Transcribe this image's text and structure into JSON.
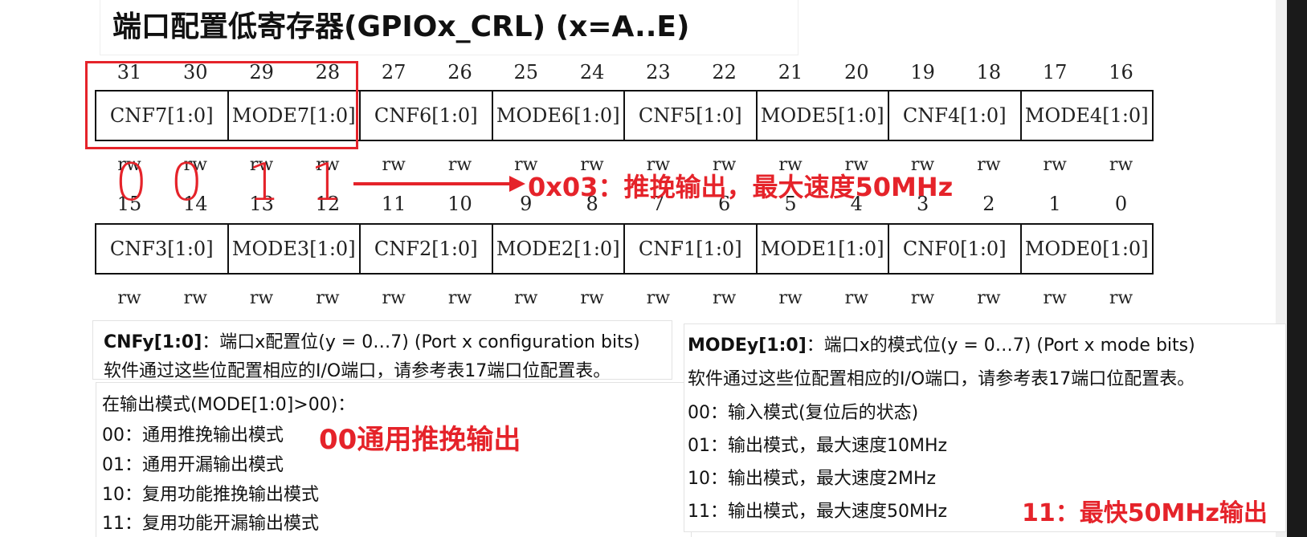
{
  "title": "端口配置低寄存器(GPIOx_CRL) (x=A..E)",
  "high_bits": [
    "31",
    "30",
    "29",
    "28",
    "27",
    "26",
    "25",
    "24",
    "23",
    "22",
    "21",
    "20",
    "19",
    "18",
    "17",
    "16"
  ],
  "low_bits": [
    "15",
    "14",
    "13",
    "12",
    "11",
    "10",
    "9",
    "8",
    "7",
    "6",
    "5",
    "4",
    "3",
    "2",
    "1",
    "0"
  ],
  "high_fields": [
    "CNF7[1:0]",
    "MODE7[1:0]",
    "CNF6[1:0]",
    "MODE6[1:0]",
    "CNF5[1:0]",
    "MODE5[1:0]",
    "CNF4[1:0]",
    "MODE4[1:0]"
  ],
  "low_fields": [
    "CNF3[1:0]",
    "MODE3[1:0]",
    "CNF2[1:0]",
    "MODE2[1:0]",
    "CNF1[1:0]",
    "MODE1[1:0]",
    "CNF0[1:0]",
    "MODE0[1:0]"
  ],
  "access": [
    "rw",
    "rw",
    "rw",
    "rw",
    "rw",
    "rw",
    "rw",
    "rw",
    "rw",
    "rw",
    "rw",
    "rw",
    "rw",
    "rw",
    "rw",
    "rw"
  ],
  "annotation": {
    "handwritten_bits": [
      "0",
      "0",
      "1",
      "1"
    ],
    "arrow_label": "0x03：推挽输出，最大速度50MHz",
    "cnf_note": "00通用推挽输出",
    "mode_note": "11：最快50MHz输出",
    "accent_color": "#e5232a"
  },
  "cnf_panel": {
    "heading_bold": "CNFy[1:0]",
    "heading_rest": "：端口x配置位(y = 0…7) (Port x configuration bits)",
    "desc": "软件通过这些位配置相应的I/O端口，请参考表17端口位配置表。",
    "output_mode_title": "在输出模式(MODE[1:0]>00)：",
    "items": [
      "00：通用推挽输出模式",
      "01：通用开漏输出模式",
      "10：复用功能推挽输出模式",
      "11：复用功能开漏输出模式"
    ]
  },
  "mode_panel": {
    "heading_bold": "MODEy[1:0]",
    "heading_rest": "：端口x的模式位(y = 0…7) (Port x mode bits)",
    "desc": "软件通过这些位配置相应的I/O端口，请参考表17端口位配置表。",
    "items": [
      "00：输入模式(复位后的状态)",
      "01：输出模式，最大速度10MHz",
      "10：输出模式，最大速度2MHz",
      "11：输出模式，最大速度50MHz"
    ]
  }
}
